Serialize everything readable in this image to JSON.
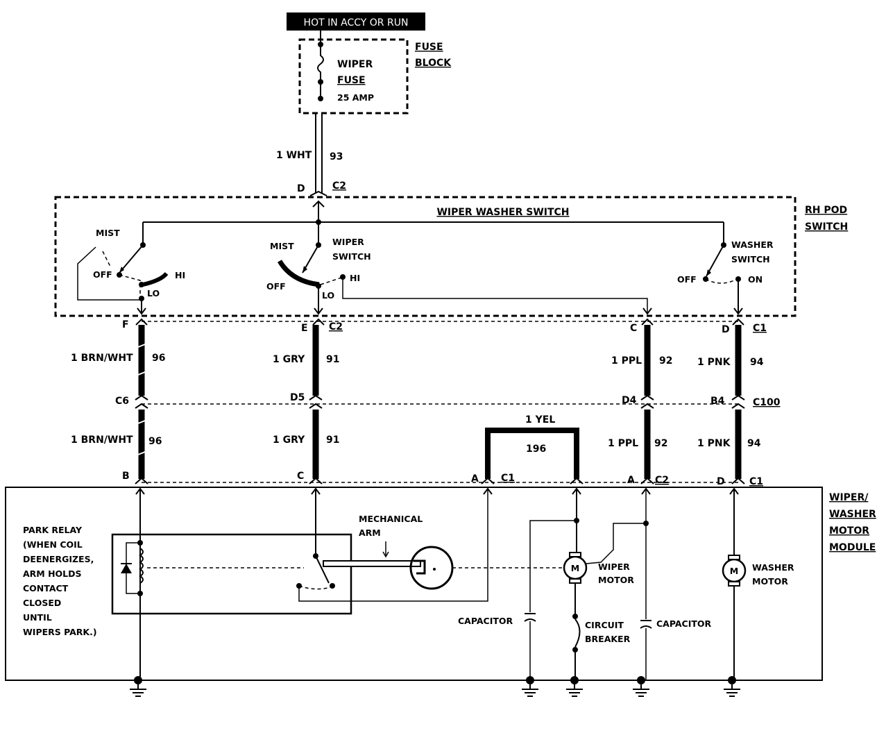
{
  "power_banner": "HOT IN ACCY OR RUN",
  "fuse_block": {
    "label_line1": "FUSE",
    "label_line2": "BLOCK",
    "fuse_line1": "WIPER",
    "fuse_line2": "FUSE",
    "rating": "25 AMP"
  },
  "feed_wire": {
    "color": "1 WHT",
    "circuit": "93",
    "pin": "D",
    "connector": "C2"
  },
  "rh_pod": {
    "label_line1": "RH POD",
    "label_line2": "SWITCH",
    "title": "WIPER WASHER SWITCH",
    "mist_left": "MIST",
    "off_left": "OFF",
    "hi_left": "HI",
    "lo_left": "LO",
    "mist_center": "MIST",
    "wiper_switch_line1": "WIPER",
    "wiper_switch_line2": "SWITCH",
    "off_center": "OFF",
    "hi_center": "HI",
    "lo_center": "LO",
    "washer_switch_line1": "WASHER",
    "washer_switch_line2": "SWITCH",
    "off_washer": "OFF",
    "on_washer": "ON"
  },
  "upper_connector": {
    "pin_f": "F",
    "pin_e": "E",
    "name": "C2",
    "pin_c": "C",
    "pin_d": "D",
    "name2": "C1"
  },
  "wires_upper": [
    {
      "color": "1 BRN/WHT",
      "circuit": "96"
    },
    {
      "color": "1 GRY",
      "circuit": "91"
    },
    {
      "color": "1 PPL",
      "circuit": "92"
    },
    {
      "color": "1 PNK",
      "circuit": "94"
    }
  ],
  "mid_connector": {
    "pin_c6": "C6",
    "pin_d5": "D5",
    "pin_d4": "D4",
    "pin_b4": "B4",
    "name": "C100"
  },
  "wires_lower": [
    {
      "color": "1 BRN/WHT",
      "circuit": "96"
    },
    {
      "color": "1 GRY",
      "circuit": "91"
    },
    {
      "color": "1 PPL",
      "circuit": "92"
    },
    {
      "color": "1 PNK",
      "circuit": "94"
    }
  ],
  "yel_wire": {
    "color": "1 YEL",
    "circuit": "196"
  },
  "lower_connector": {
    "pin_b": "B",
    "pin_c": "C",
    "pin_a1": "A",
    "name1": "C1",
    "pin_a2": "A",
    "name2": "C2",
    "pin_d": "D",
    "name3": "C1"
  },
  "module": {
    "label_line1": "WIPER/",
    "label_line2": "WASHER",
    "label_line3": "MOTOR",
    "label_line4": "MODULE",
    "park_relay_lines": [
      "PARK RELAY",
      "(WHEN COIL",
      "DEENERGIZES,",
      "ARM HOLDS",
      "CONTACT",
      "CLOSED",
      "UNTIL",
      "WIPERS PARK.)"
    ],
    "mech_arm_line1": "MECHANICAL",
    "mech_arm_line2": "ARM",
    "capacitor_left": "CAPACITOR",
    "capacitor_right": "CAPACITOR",
    "wiper_motor_line1": "WIPER",
    "wiper_motor_line2": "MOTOR",
    "breaker_line1": "CIRCUIT",
    "breaker_line2": "BREAKER",
    "washer_motor_line1": "WASHER",
    "washer_motor_line2": "MOTOR",
    "motor_symbol": "M"
  }
}
